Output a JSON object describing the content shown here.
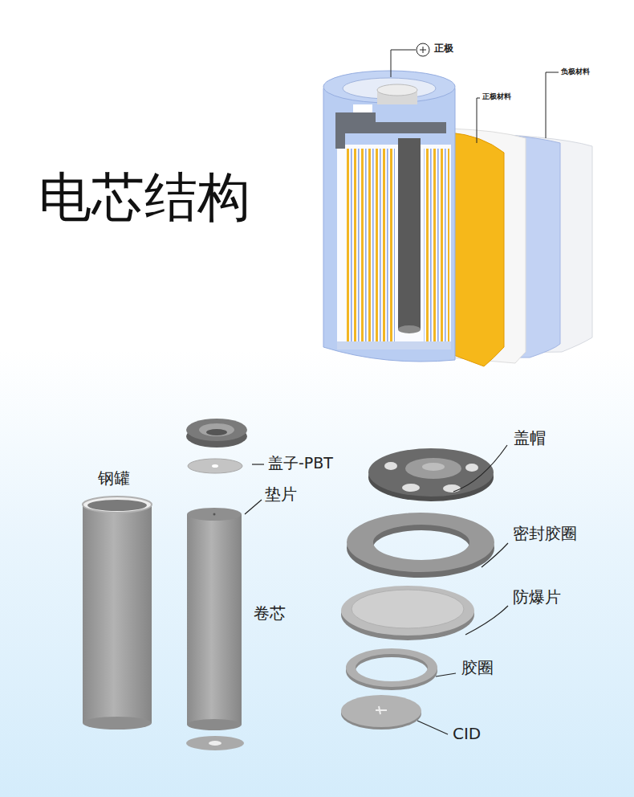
{
  "diagram": {
    "title": "电芯结构",
    "labels": [
      "正极",
      "正极材料",
      "负极材料",
      "钢罐",
      "盖子-PBT",
      "垫片",
      "卷芯",
      "盖帽",
      "密封胶圈",
      "防爆片",
      "胶圈",
      "CID"
    ]
  }
}
